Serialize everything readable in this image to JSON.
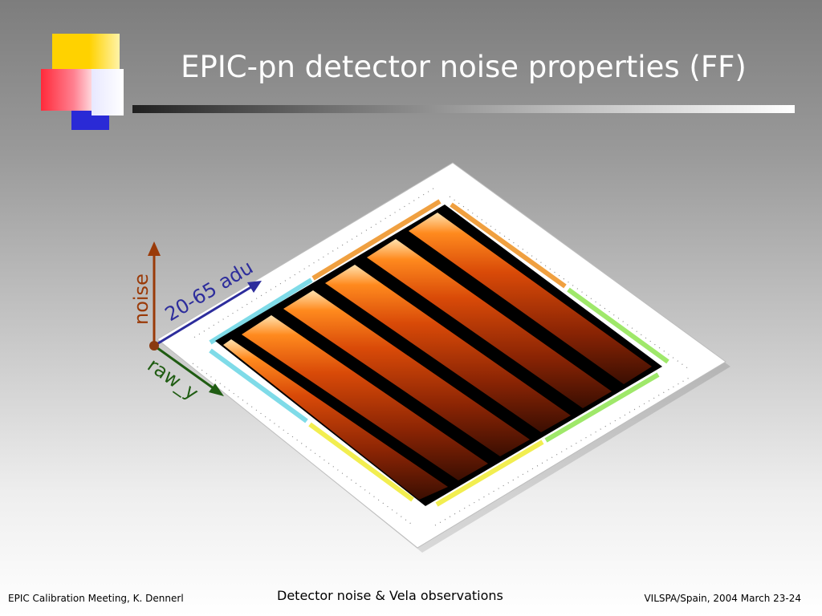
{
  "slide": {
    "title": "EPIC-pn detector noise properties (FF)"
  },
  "diagram": {
    "axis_noise_label": "noise",
    "axis_range_label": "20-65 adu",
    "axis_rawy_label": "raw_y",
    "colors": {
      "noise_axis": "#9a3a08",
      "range_axis": "#2d2d9c",
      "rawy_axis": "#1f5c12"
    }
  },
  "footer": {
    "left": "EPIC Calibration Meeting, K. Dennerl",
    "center": "Detector noise & Vela observations",
    "right": "VILSPA/Spain, 2004 March 23-24"
  }
}
